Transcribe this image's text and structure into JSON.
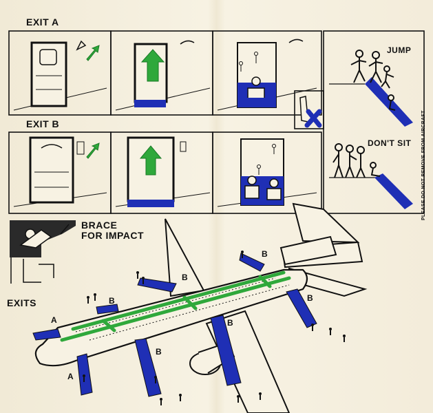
{
  "sections": {
    "exit_a": "EXIT A",
    "exit_b": "EXIT B",
    "brace": "BRACE\nFOR IMPACT",
    "exits": "EXITS"
  },
  "slide_panel": {
    "jump": "JUMP",
    "dont_sit": "DON'T SIT"
  },
  "side_note": "PLEASE DO NOT REMOVE FROM AIRCRAFT",
  "exit_markers": [
    "A",
    "A",
    "B",
    "B",
    "B",
    "B",
    "B",
    "B"
  ],
  "colors": {
    "blue": "#1f2fb5",
    "green": "#2fa83b",
    "ink": "#111111",
    "paper": "#f4efdf"
  }
}
